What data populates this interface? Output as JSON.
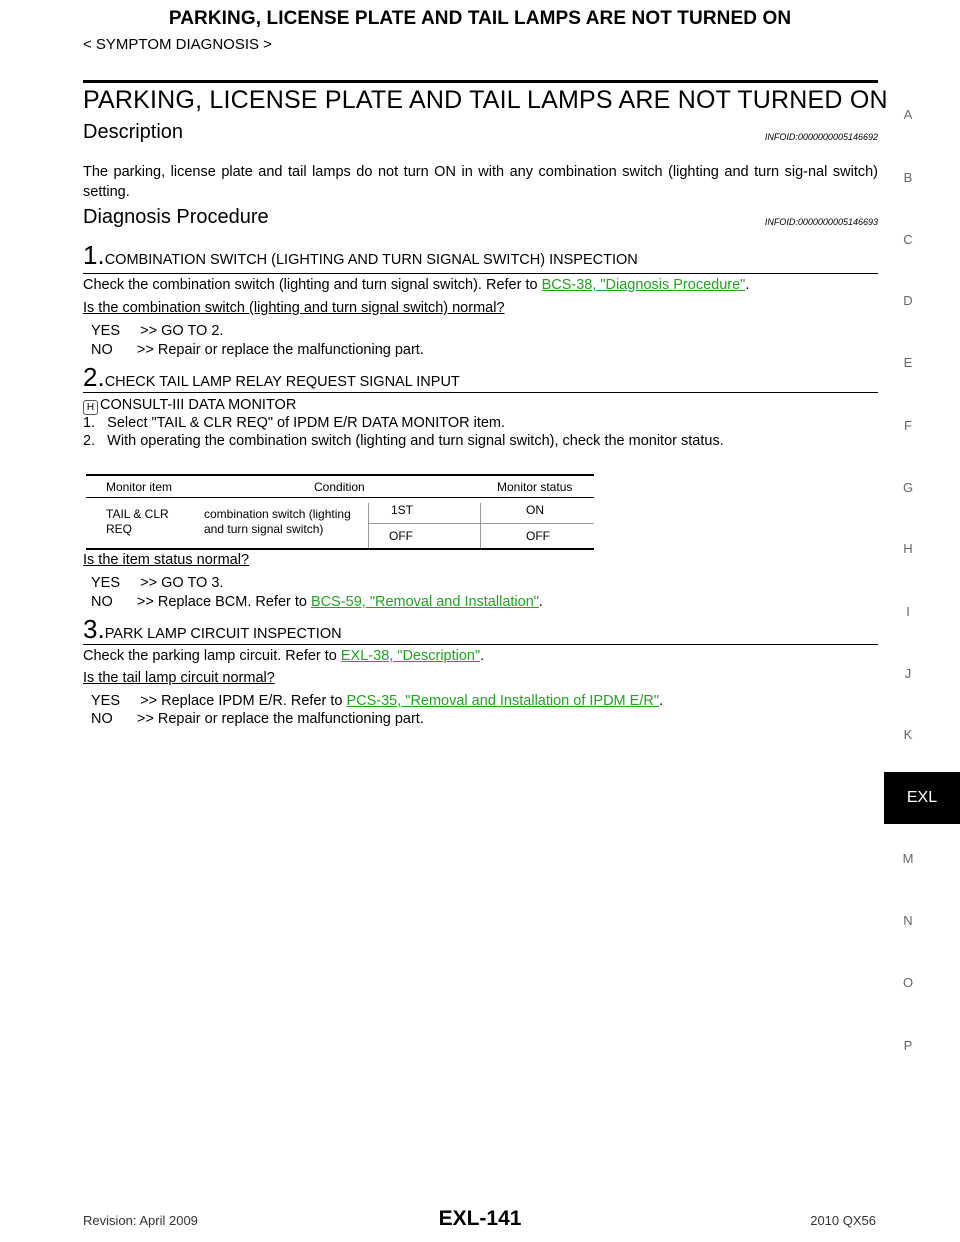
{
  "header": {
    "title": "PARKING, LICENSE PLATE AND TAIL LAMPS ARE NOT TURNED ON",
    "breadcrumb": "< SYMPTOM DIAGNOSIS >"
  },
  "main_title": "PARKING, LICENSE PLATE AND TAIL LAMPS ARE NOT TURNED ON",
  "description": {
    "heading": "Description",
    "infoid": "INFOID:0000000005146692",
    "text": "The parking, license plate and tail lamps do not turn ON in with any combination switch (lighting and turn sig-nal switch) setting."
  },
  "diagnosis": {
    "heading": "Diagnosis Procedure",
    "infoid": "INFOID:0000000005146693"
  },
  "step1": {
    "num": "1.",
    "title": "COMBINATION SWITCH (LIGHTING AND TURN SIGNAL SWITCH) INSPECTION",
    "text": "Check the combination switch (lighting and turn signal switch). Refer to ",
    "link": "BCS-38, \"Diagnosis Procedure\"",
    "text_end": ".",
    "question": "Is the combination switch (lighting and turn signal switch) normal?",
    "yes": "YES     >> GO TO 2.",
    "no": "NO      >> Repair or replace the malfunctioning part."
  },
  "step2": {
    "num": "2.",
    "title": "CHECK TAIL LAMP RELAY REQUEST SIGNAL INPUT",
    "icon_letter": "H",
    "consult": "CONSULT-III DATA MONITOR",
    "line1": "1.   Select \"TAIL & CLR REQ\" of IPDM E/R DATA MONITOR item.",
    "line2": "2.   With operating the combination switch (lighting and turn signal switch), check the monitor status.",
    "table": {
      "headers": [
        "Monitor item",
        "Condition",
        "Monitor status"
      ],
      "item_line1": "TAIL & CLR",
      "item_line2": "REQ",
      "cond_line1": "combination switch (lighting",
      "cond_line2": "and turn signal switch)",
      "rows": [
        {
          "sub": "1ST",
          "status": "ON"
        },
        {
          "sub": "OFF",
          "status": "OFF"
        }
      ]
    },
    "question": "Is the item status normal?",
    "yes": "YES     >> GO TO 3.",
    "no_text": "NO      >> Replace BCM. Refer to ",
    "no_link": "BCS-59, \"Removal and Installation\"",
    "no_end": "."
  },
  "step3": {
    "num": "3.",
    "title": "PARK LAMP CIRCUIT INSPECTION",
    "text": "Check the parking lamp circuit. Refer to ",
    "link": "EXL-38, \"Description\"",
    "text_end": ".",
    "question": "Is the tail lamp circuit normal?",
    "yes_text": "YES     >> Replace IPDM E/R. Refer to ",
    "yes_link": "PCS-35, \"Removal and Installation of IPDM E/R\"",
    "yes_end": ".",
    "no": "NO      >> Repair or replace the malfunctioning part."
  },
  "sidebar": {
    "letters": [
      "A",
      "B",
      "C",
      "D",
      "E",
      "F",
      "G",
      "H",
      "I",
      "J",
      "K",
      "M",
      "N",
      "O",
      "P"
    ],
    "active_tab": "EXL"
  },
  "footer": {
    "revision": "Revision: April 2009",
    "page": "EXL-141",
    "model": "2010 QX56"
  },
  "colors": {
    "link": "#21a321",
    "tab_bg": "#000000"
  }
}
